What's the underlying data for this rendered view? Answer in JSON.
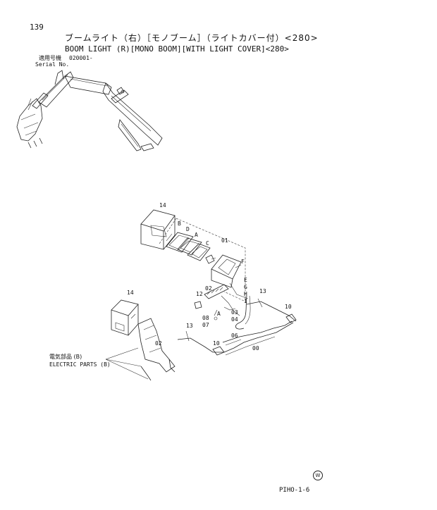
{
  "page": {
    "number": "139",
    "title_jp": "ブームライト（右）［モノブーム］（ライトカバー付）<280>",
    "title_en": "BOOM LIGHT (R)[MONO BOOM][WITH LIGHT COVER]<280>",
    "serial_label_jp": "適用号機",
    "serial_number": "020001-",
    "serial_label_en": "Serial No.",
    "electric_parts_jp": "電気部品 (B)",
    "electric_parts_en": "ELECTRIC PARTS (B)",
    "page_code": "PIHO-1-6",
    "mark": "W"
  },
  "callouts": {
    "c14a": "14",
    "c14b": "14",
    "cB": "B",
    "cD": "D",
    "cA": "A",
    "cC": "C",
    "c01": "01",
    "cF": "F",
    "cE": "E",
    "cG": "G",
    "cH": "H",
    "cI": "I",
    "c12": "12",
    "c02a": "02",
    "c02b": "02",
    "c03": "03",
    "c04": "04",
    "c08": "08",
    "c07": "07",
    "cAsmall": "A",
    "c13a": "13",
    "c13b": "13",
    "c10a": "10",
    "c10b": "10",
    "c06": "06",
    "c00": "00"
  }
}
